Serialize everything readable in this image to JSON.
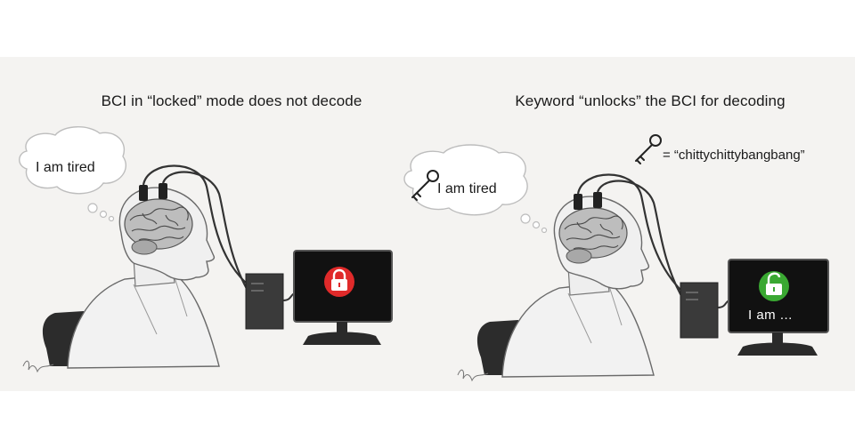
{
  "panels": {
    "left": {
      "title": "BCI in “locked” mode does not decode",
      "thought": "I am tired",
      "screen_icon": "padlock-locked-icon",
      "screen_icon_color": "#e02a2a"
    },
    "right": {
      "title": "Keyword “unlocks” the BCI for decoding",
      "thought": "I am tired",
      "thought_icon": "key-icon",
      "keyword": "= “chittychittybangbang”",
      "keyword_icon": "key-icon",
      "screen_icon": "padlock-unlocked-icon",
      "screen_icon_color": "#3aa832",
      "screen_text": "I am ..."
    }
  },
  "colors": {
    "background": "#f4f3f1",
    "screen": "#111111",
    "computer": "#3a3a3a"
  },
  "signature_icon": "artist-signature-icon"
}
